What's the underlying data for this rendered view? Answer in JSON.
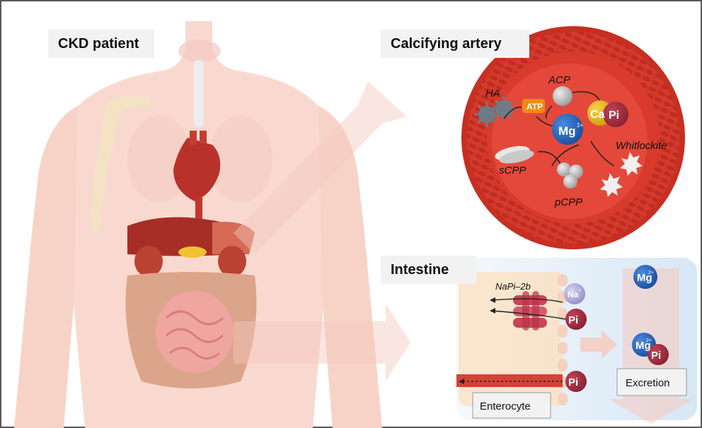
{
  "sections": {
    "patient": "CKD patient",
    "artery": "Calcifying artery",
    "intestine": "Intestine"
  },
  "artery": {
    "ha": "HA",
    "acp": "ACP",
    "atp": "ATP",
    "mg": "Mg",
    "mg_charge": "2+",
    "ca": "Ca",
    "pi": "Pi",
    "whitlockite": "Whitlockite",
    "scpp": "sCPP",
    "pcpp": "pCPP"
  },
  "intestine": {
    "transporter": "NaPi–2b",
    "na": "Na",
    "na_charge": "+",
    "pi_upper": "Pi",
    "pi_lower": "Pi",
    "mg_lumen": "Mg",
    "mg_lumen_charge": "2+",
    "mg_complex": "Mg",
    "mg_complex_charge": "2+",
    "pi_complex": "Pi",
    "excretion": "Excretion",
    "enterocyte": "Enterocyte"
  },
  "colors": {
    "skin": "#f9d9cf",
    "artery_red": "#d8392b",
    "artery_dark": "#b8281d",
    "mg_blue": "#1f5fb5",
    "pi_maroon": "#9b2c3a",
    "ca_yellow": "#e5b81c",
    "atp_orange": "#f08a16",
    "lumen_blue": "#dcebf8"
  }
}
